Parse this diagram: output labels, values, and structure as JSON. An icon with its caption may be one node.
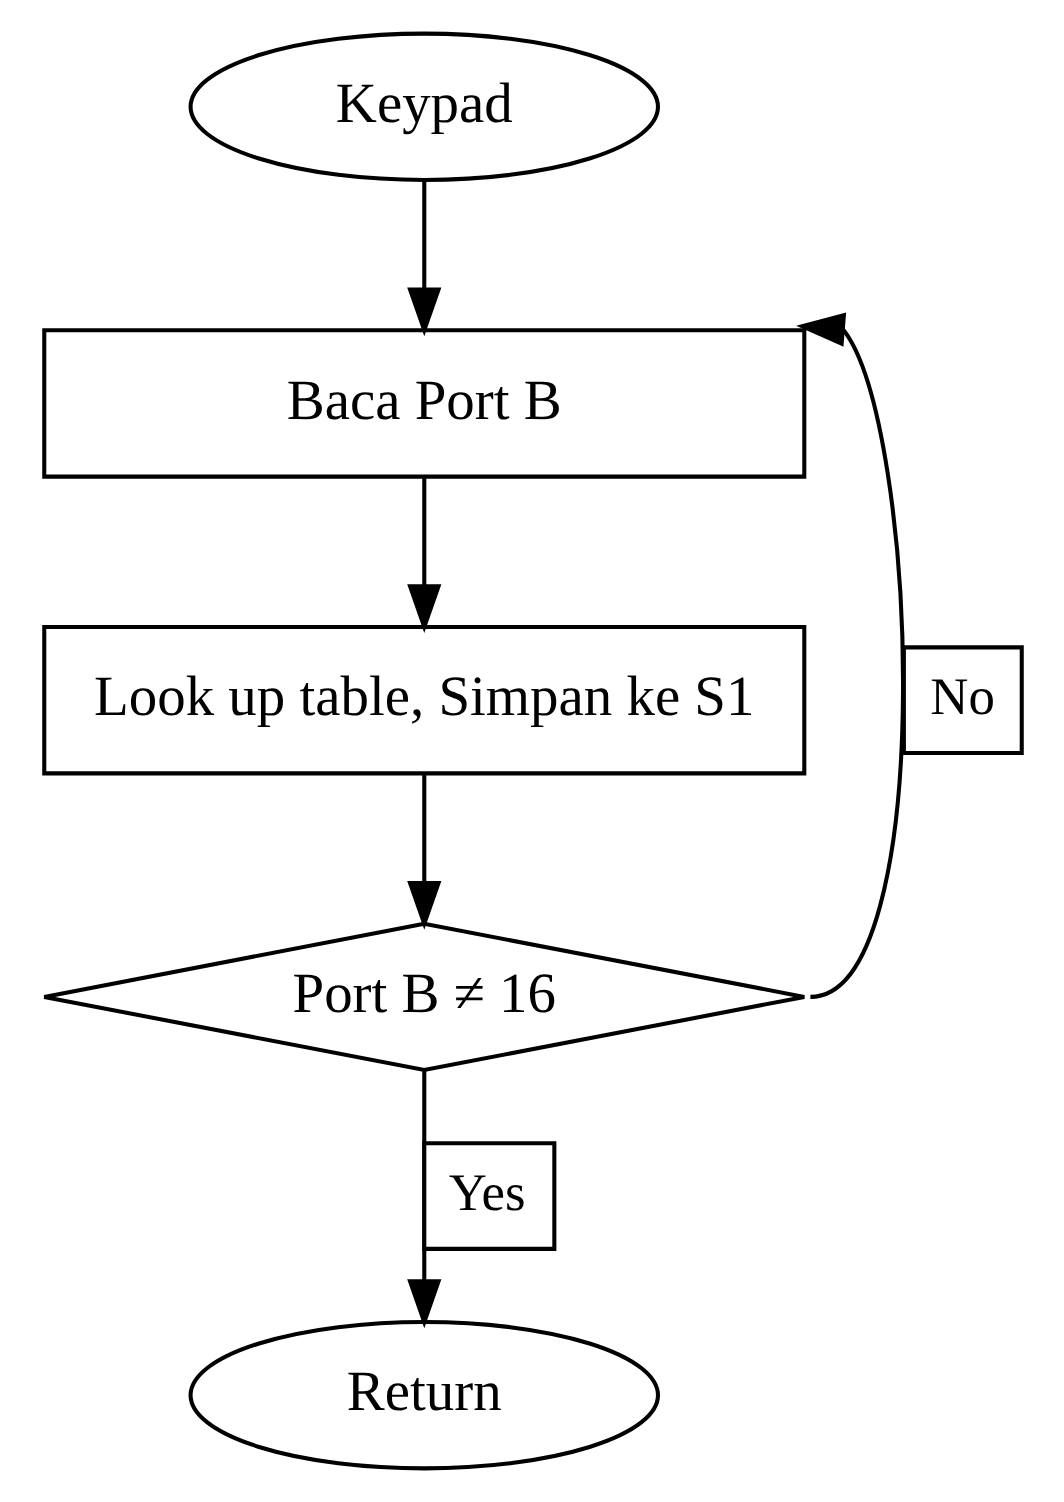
{
  "diagram": {
    "nodes": [
      {
        "text": [
          "Keypad"
        ]
      },
      {
        "text": [
          "Baca Port B"
        ]
      },
      {
        "text": [
          "Look up table, Simpan ke S1"
        ]
      },
      {
        "text": [
          "Port B ≠ 16"
        ]
      },
      {
        "text": [
          "Return"
        ]
      }
    ],
    "edges": [
      {
        "from": 0,
        "to": 1,
        "arrow": "to"
      },
      {
        "from": 1,
        "to": 2,
        "arrow": "to"
      },
      {
        "from": 2,
        "to": 3,
        "arrow": "to"
      },
      {
        "from": 3,
        "to": 4,
        "arrow": "to",
        "label": "Yes"
      },
      {
        "from": 3,
        "to": 1,
        "arrow": "to",
        "label": "No"
      }
    ]
  }
}
